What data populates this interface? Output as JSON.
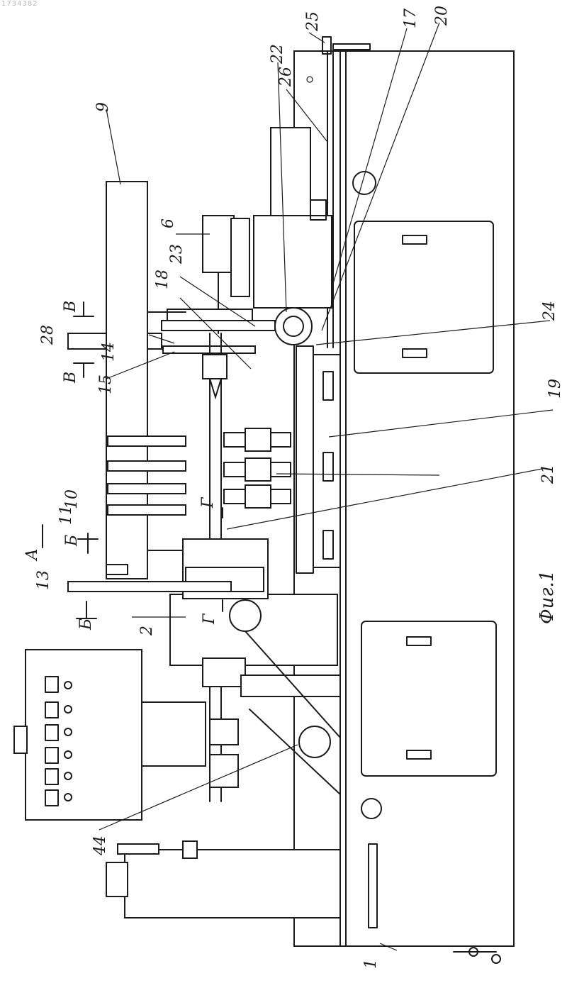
{
  "doc_number": "1734382",
  "caption": "Фиг.1",
  "labels": [
    "1",
    "2",
    "6",
    "9",
    "10",
    "11",
    "13",
    "14",
    "15",
    "17",
    "18",
    "19",
    "20",
    "21",
    "22",
    "23",
    "24",
    "25",
    "26",
    "28",
    "44"
  ],
  "section_marks": [
    "А",
    "Б",
    "Б",
    "В",
    "В",
    "Г",
    "Г"
  ]
}
